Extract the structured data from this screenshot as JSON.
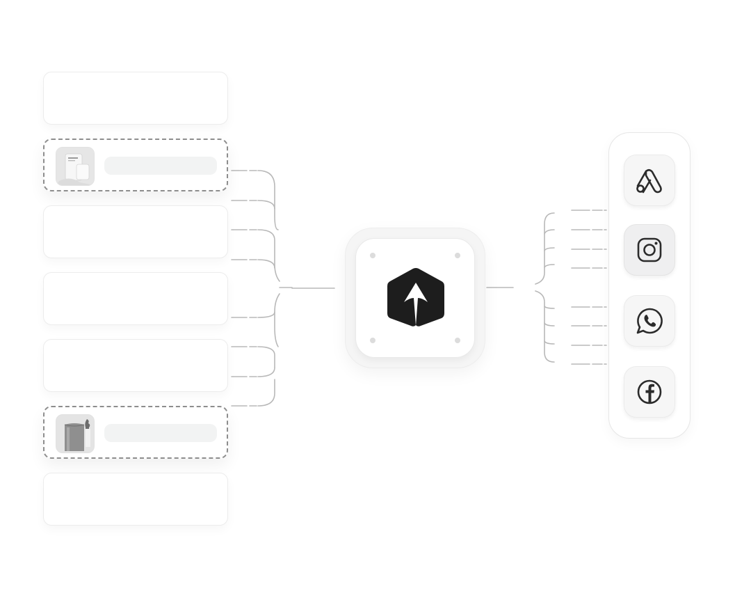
{
  "diagram": {
    "product_cards": [
      {
        "state": "empty"
      },
      {
        "state": "selected",
        "thumbnail": "cosmetic-tube-image"
      },
      {
        "state": "empty"
      },
      {
        "state": "empty"
      },
      {
        "state": "empty"
      },
      {
        "state": "selected",
        "thumbnail": "cylinder-vase-image"
      },
      {
        "state": "empty"
      }
    ],
    "hub": {
      "icon": "brand-logo-icon"
    },
    "channels": [
      {
        "icon": "google-ads-icon",
        "active": false
      },
      {
        "icon": "instagram-icon",
        "active": true
      },
      {
        "icon": "whatsapp-icon",
        "active": false
      },
      {
        "icon": "facebook-icon",
        "active": false
      }
    ],
    "colors": {
      "line": "#b8b8b8",
      "dash": "#8d8d8d",
      "icon": "#2b2b2b",
      "logo": "#1d1d1d",
      "placeholder": "#f2f3f3"
    }
  }
}
